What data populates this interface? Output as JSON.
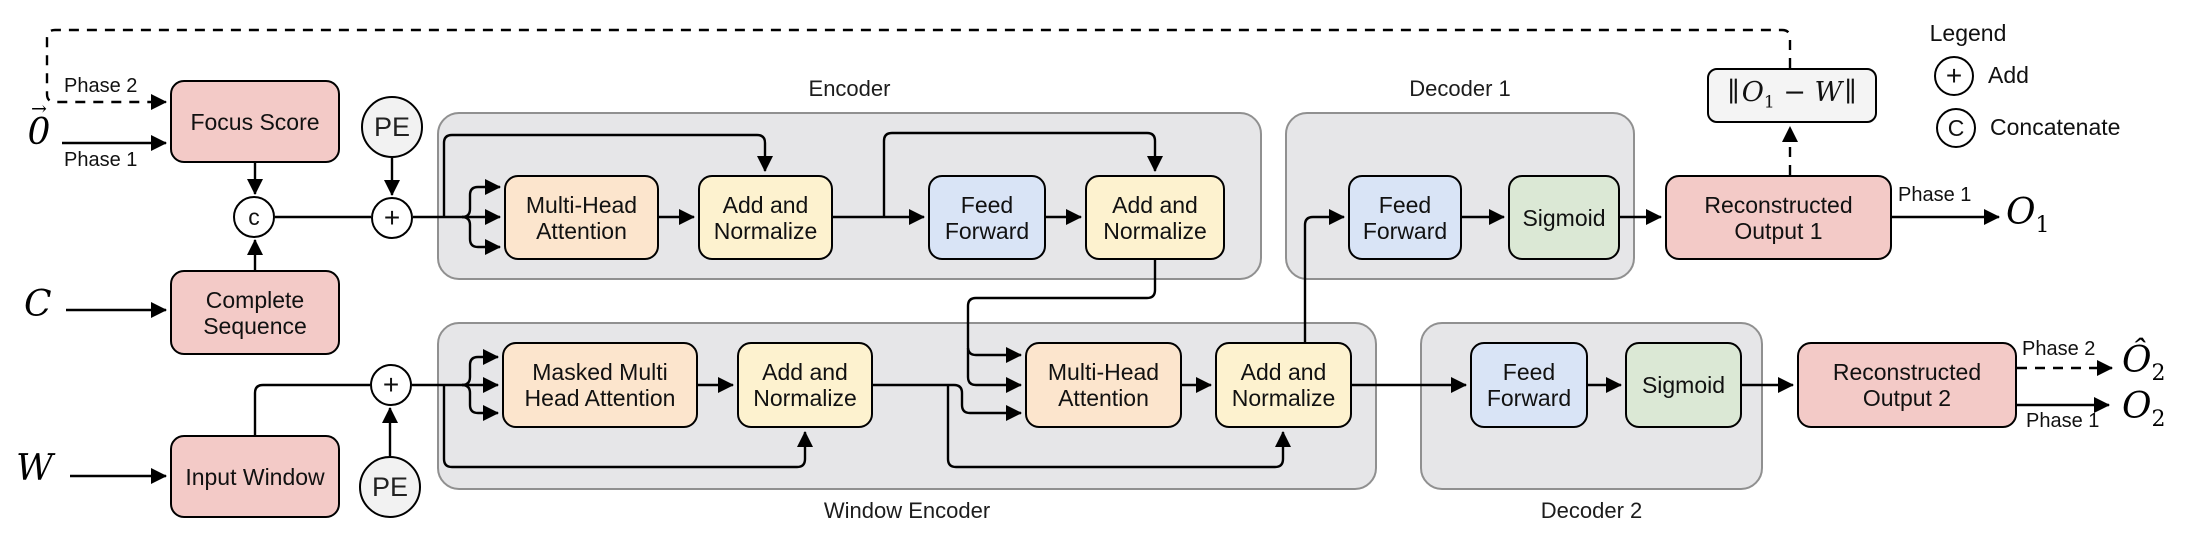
{
  "colors": {
    "pink": "#f3cac7",
    "orange": "#fce5cd",
    "yellow": "#fdf2cf",
    "blue": "#d9e4f6",
    "green": "#dbe8d5",
    "region_fill": "#e6e6e8",
    "region_border": "#909090",
    "pe_fill": "#f2f2f2",
    "norm_fill": "#f4f4f4"
  },
  "regions": {
    "encoder": "Encoder",
    "decoder1": "Decoder 1",
    "window_encoder": "Window Encoder",
    "decoder2": "Decoder 2"
  },
  "nodes": {
    "focus_score": "Focus Score",
    "complete_sequence": "Complete Sequence",
    "input_window": "Input Window",
    "encoder_mha": "Multi-Head Attention",
    "encoder_addnorm1": "Add and Normalize",
    "encoder_ff": "Feed Forward",
    "encoder_addnorm2": "Add and Normalize",
    "decoder1_ff": "Feed Forward",
    "decoder1_sigmoid": "Sigmoid",
    "reconstructed_output1": "Reconstructed Output 1",
    "window_masked_mha": "Masked Multi Head Attention",
    "window_addnorm1": "Add and Normalize",
    "window_mha": "Multi-Head Attention",
    "window_addnorm2": "Add and Normalize",
    "decoder2_ff": "Feed Forward",
    "decoder2_sigmoid": "Sigmoid",
    "reconstructed_output2": "Reconstructed Output 2"
  },
  "operators": {
    "pe_top": "PE",
    "pe_bottom": "PE",
    "add_top": "+",
    "add_bottom": "+",
    "concat": "c"
  },
  "io": {
    "zero_arrow": "→",
    "zero_base": "0",
    "c_input": "C",
    "w_input": "W",
    "o1_base": "O",
    "o1_sub": "1",
    "o2hat_base": "Ô",
    "o2hat_sub": "2",
    "o2_base": "O",
    "o2_sub": "2"
  },
  "phases": {
    "input_phase2": "Phase 2",
    "input_phase1": "Phase 1",
    "o1_phase1": "Phase 1",
    "o2_phase2": "Phase 2",
    "o2_phase1": "Phase 1"
  },
  "norm_box": {
    "lbar": "∥",
    "o": "O",
    "sub": "1",
    "minus": " − ",
    "w": "W",
    "rbar": "∥"
  },
  "legend": {
    "title": "Legend",
    "add_symbol": "+",
    "add_label": "Add",
    "concat_symbol": "C",
    "concat_label": "Concatenate"
  }
}
